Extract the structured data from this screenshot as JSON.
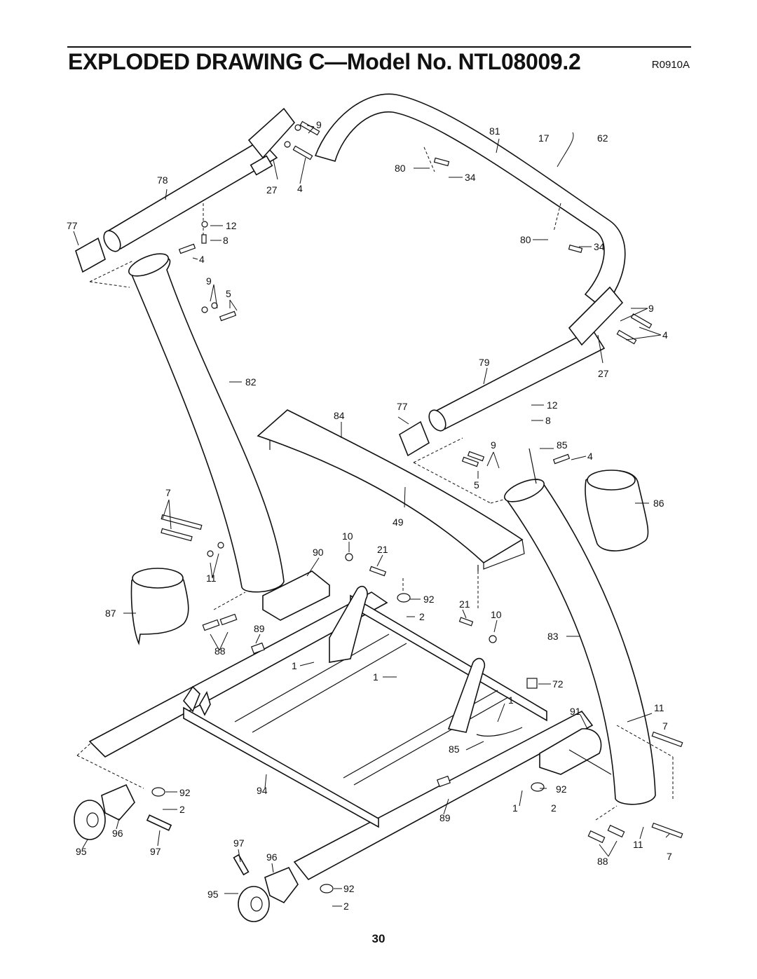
{
  "header": {
    "title": "EXPLODED DRAWING C—Model No. NTL08009.2",
    "code": "R0910A"
  },
  "page_number": "30",
  "callouts": [
    "9",
    "81",
    "17",
    "62",
    "80",
    "34",
    "78",
    "27",
    "4",
    "77",
    "12",
    "8",
    "4",
    "9",
    "5",
    "80",
    "34",
    "9",
    "4",
    "79",
    "27",
    "82",
    "84",
    "77",
    "12",
    "8",
    "9",
    "85",
    "4",
    "5",
    "86",
    "7",
    "49",
    "10",
    "21",
    "90",
    "92",
    "21",
    "10",
    "11",
    "87",
    "2",
    "89",
    "83",
    "88",
    "1",
    "1",
    "72",
    "1",
    "91",
    "11",
    "7",
    "85",
    "94",
    "92",
    "92",
    "2",
    "1",
    "2",
    "89",
    "95",
    "96",
    "97",
    "11",
    "7",
    "97",
    "96",
    "88",
    "95",
    "92",
    "2"
  ]
}
